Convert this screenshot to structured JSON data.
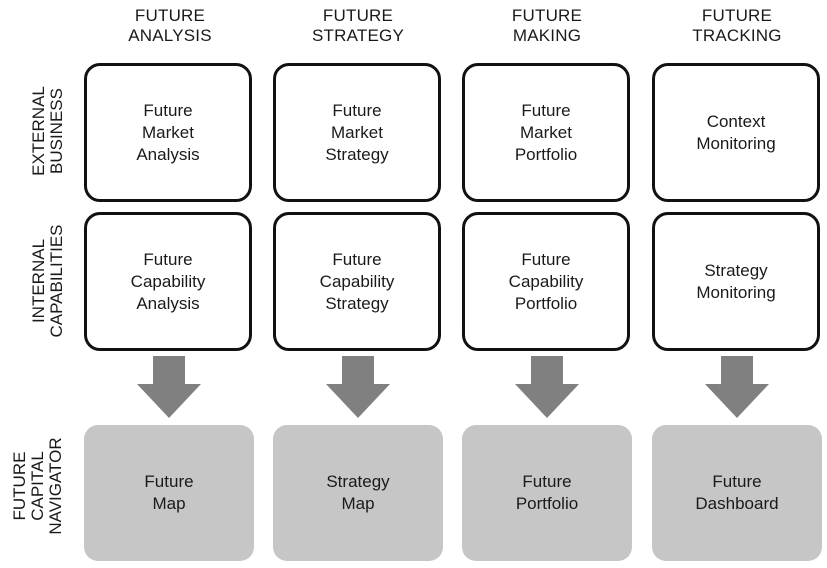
{
  "columns": [
    {
      "line1": "FUTURE",
      "line2": "ANALYSIS"
    },
    {
      "line1": "FUTURE",
      "line2": "STRATEGY"
    },
    {
      "line1": "FUTURE",
      "line2": "MAKING"
    },
    {
      "line1": "FUTURE",
      "line2": "TRACKING"
    }
  ],
  "rows": [
    {
      "lines": [
        "EXTERNAL",
        "BUSINESS"
      ]
    },
    {
      "lines": [
        "INTERNAL",
        "CAPABILITIES"
      ]
    },
    {
      "lines": [
        "FUTURE",
        "CAPITAL",
        "NAVIGATOR"
      ]
    }
  ],
  "external_boxes": [
    {
      "lines": [
        "Future",
        "Market",
        "Analysis"
      ]
    },
    {
      "lines": [
        "Future",
        "Market",
        "Strategy"
      ]
    },
    {
      "lines": [
        "Future",
        "Market",
        "Portfolio"
      ]
    },
    {
      "lines": [
        "Context",
        "Monitoring"
      ]
    }
  ],
  "internal_boxes": [
    {
      "lines": [
        "Future",
        "Capability",
        "Analysis"
      ]
    },
    {
      "lines": [
        "Future",
        "Capability",
        "Strategy"
      ]
    },
    {
      "lines": [
        "Future",
        "Capability",
        "Portfolio"
      ]
    },
    {
      "lines": [
        "Strategy",
        "Monitoring"
      ]
    }
  ],
  "navigator_boxes": [
    {
      "lines": [
        "Future",
        "Map"
      ]
    },
    {
      "lines": [
        "Strategy",
        "Map"
      ]
    },
    {
      "lines": [
        "Future",
        "Portfolio"
      ]
    },
    {
      "lines": [
        "Future",
        "Dashboard"
      ]
    }
  ],
  "colors": {
    "box_border": "#111111",
    "navigator_fill": "#c6c6c6",
    "arrow_fill": "#808080"
  }
}
